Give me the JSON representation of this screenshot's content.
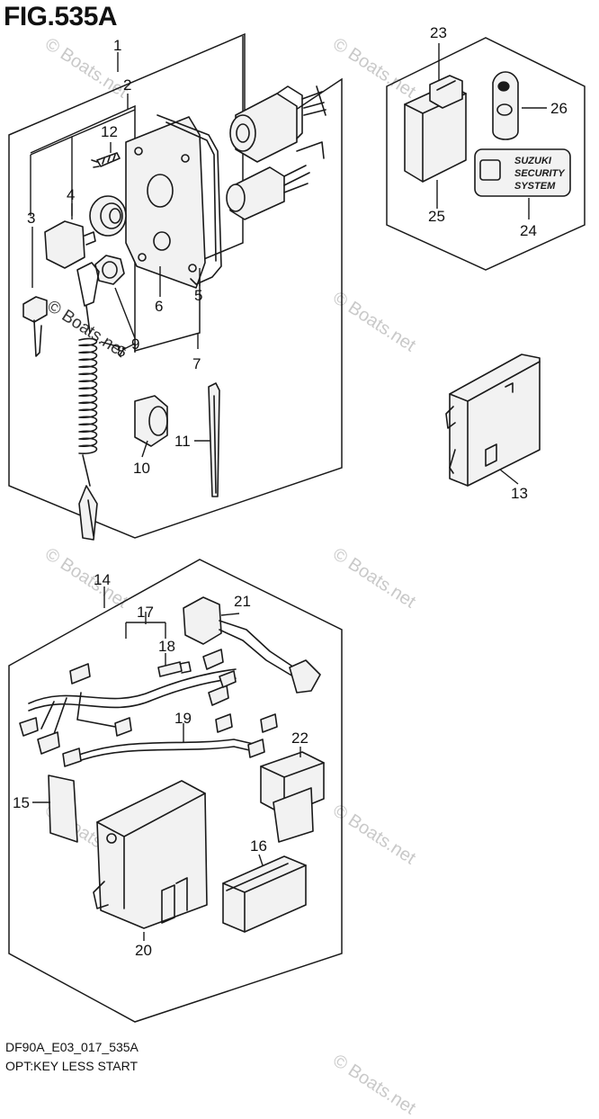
{
  "figure": {
    "title": "FIG.535A",
    "code": "DF90A_E03_017_535A",
    "caption": "OPT:KEY LESS START"
  },
  "watermark": {
    "text": "© Boats.net",
    "overlay_text": "© Boats.net"
  },
  "badge": {
    "line1": "SUZUKI",
    "line2": "SECURITY",
    "line3": "SYSTEM"
  },
  "parts": [
    {
      "number": "1"
    },
    {
      "number": "2"
    },
    {
      "number": "3"
    },
    {
      "number": "4"
    },
    {
      "number": "5"
    },
    {
      "number": "6"
    },
    {
      "number": "7"
    },
    {
      "number": "8"
    },
    {
      "number": "9"
    },
    {
      "number": "10"
    },
    {
      "number": "11"
    },
    {
      "number": "12"
    },
    {
      "number": "13"
    },
    {
      "number": "14"
    },
    {
      "number": "15"
    },
    {
      "number": "16"
    },
    {
      "number": "17"
    },
    {
      "number": "18"
    },
    {
      "number": "19"
    },
    {
      "number": "20"
    },
    {
      "number": "21"
    },
    {
      "number": "22"
    },
    {
      "number": "23"
    },
    {
      "number": "24"
    },
    {
      "number": "25"
    },
    {
      "number": "26"
    }
  ]
}
